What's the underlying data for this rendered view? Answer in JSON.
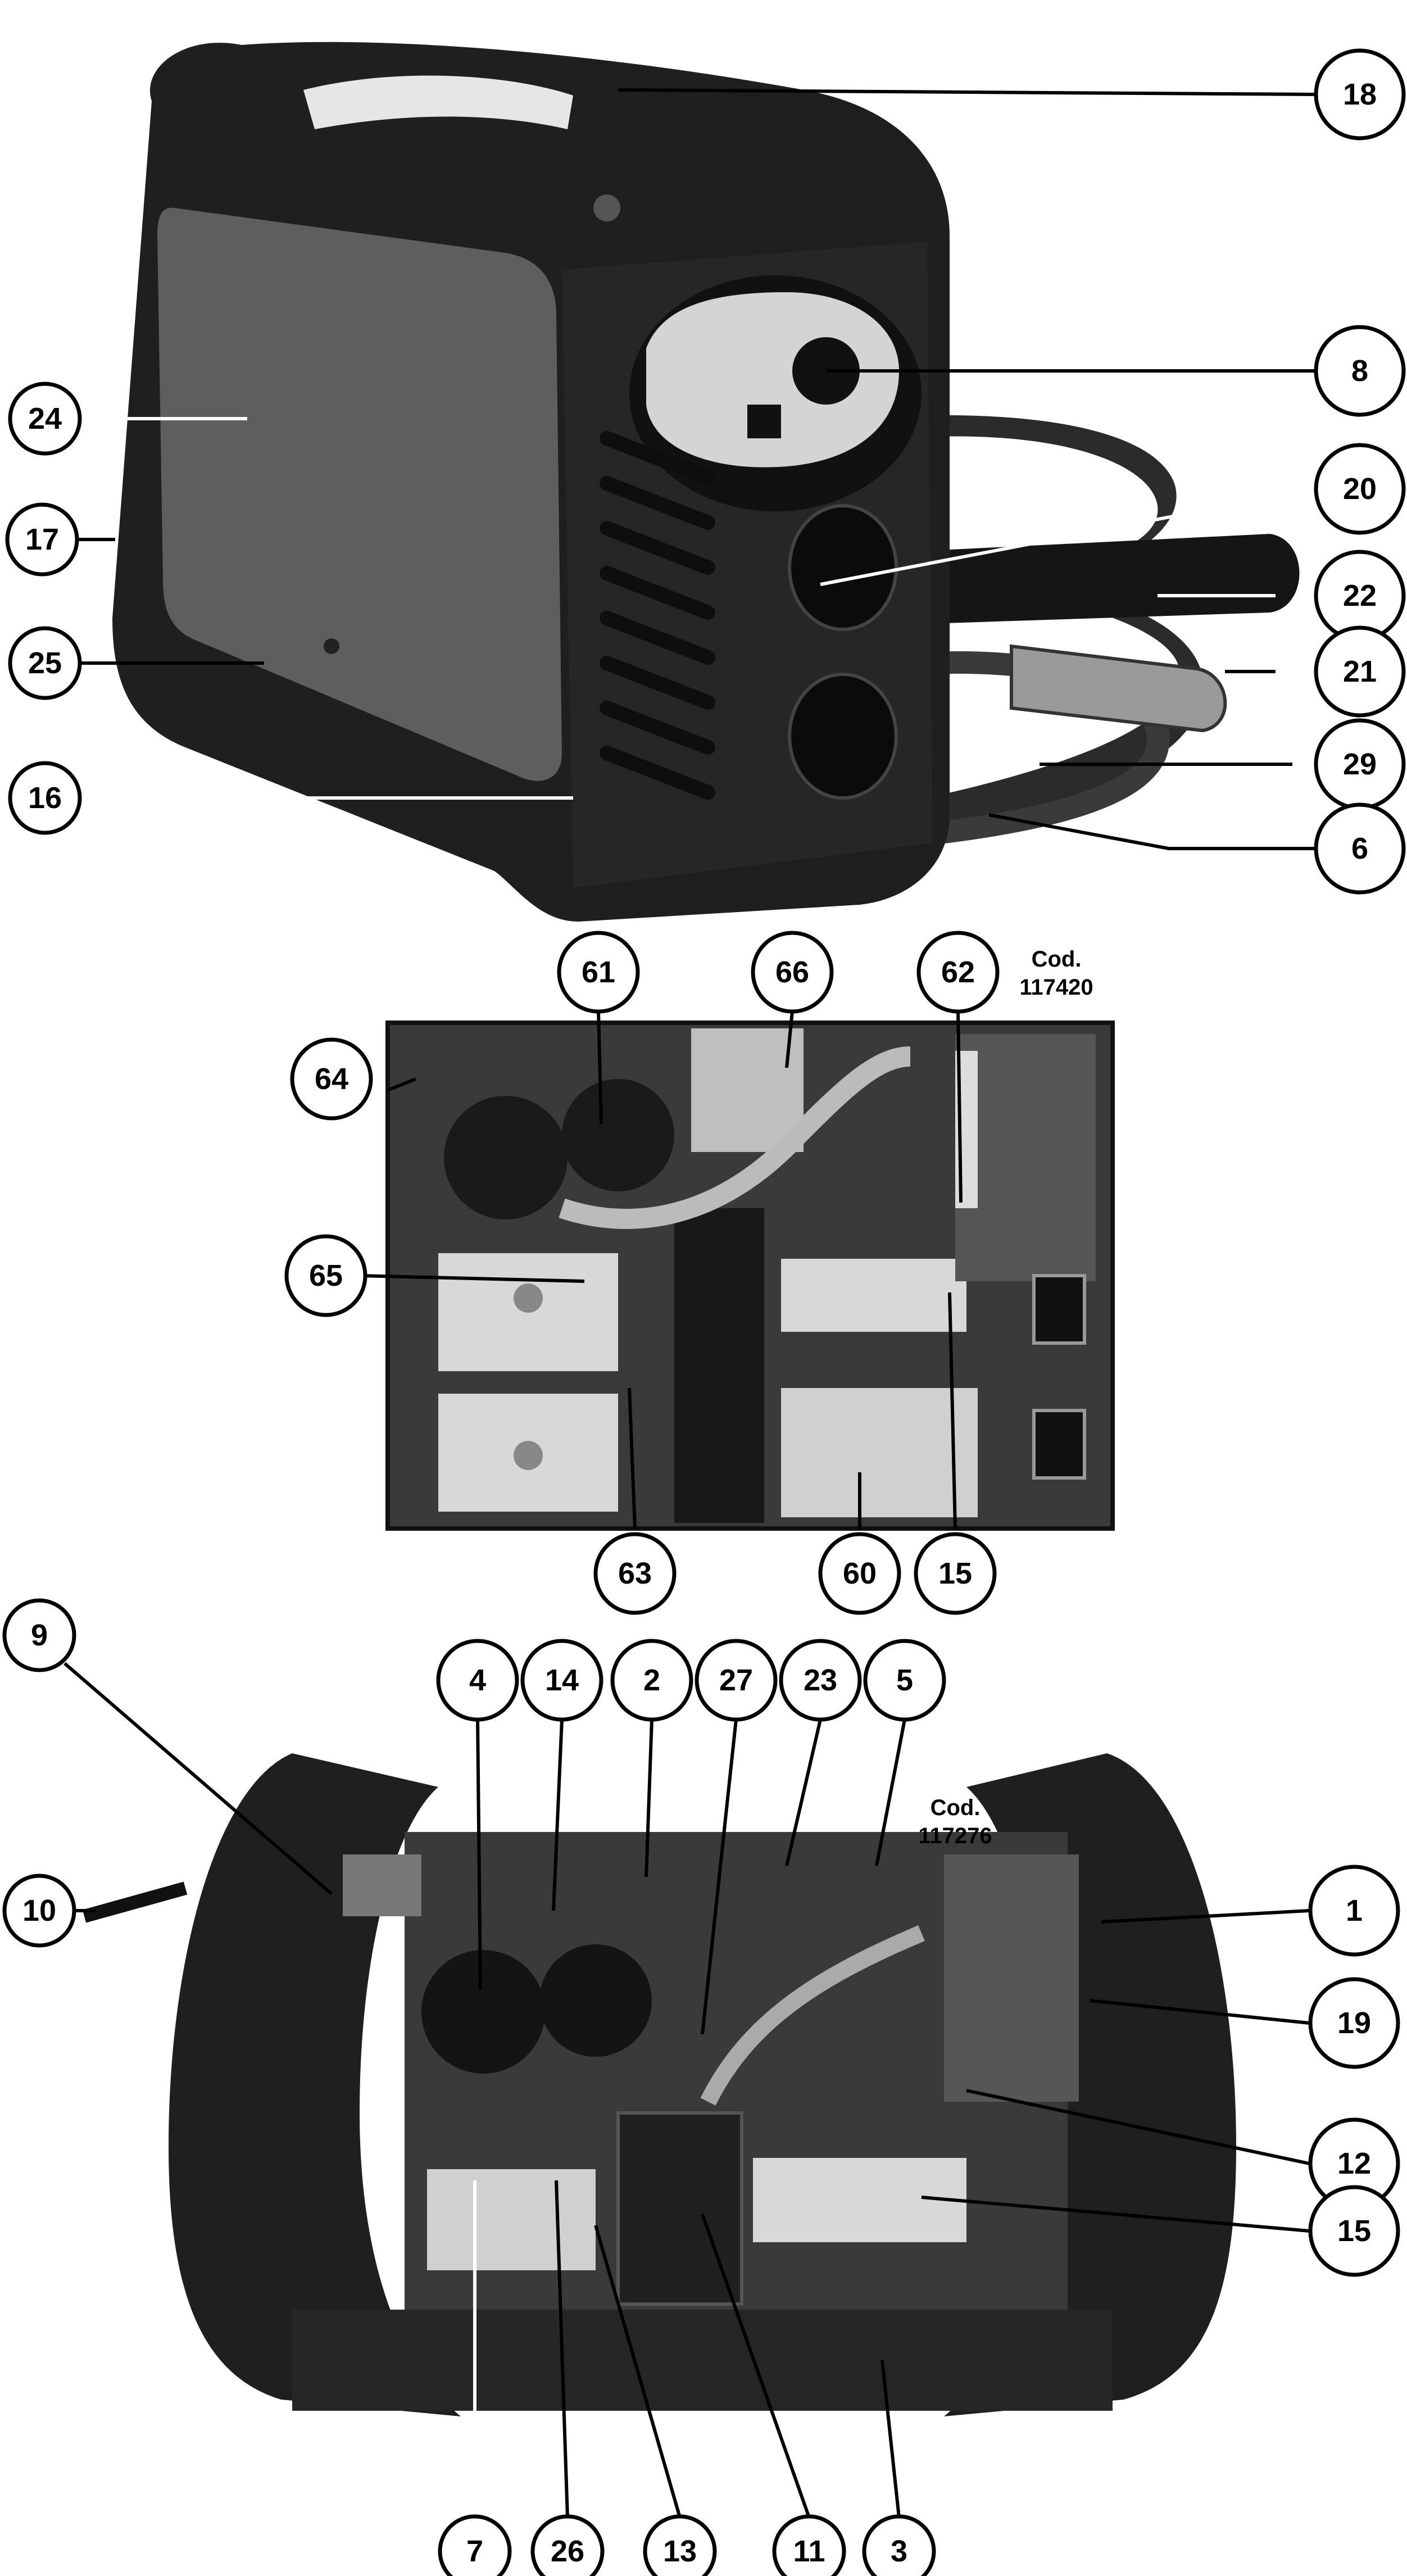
{
  "colors": {
    "body_dark": "#1f1f1f",
    "panel_grey": "#5e5e5e",
    "board_dark": "#3a3a3a",
    "heatsink_light": "#d8d8d8",
    "callout_stroke": "#000000",
    "callout_fill": "#ffffff"
  },
  "views": {
    "machine": {
      "callouts": [
        {
          "id": "c18",
          "label": "18"
        },
        {
          "id": "c8",
          "label": "8"
        },
        {
          "id": "c24",
          "label": "24"
        },
        {
          "id": "c20",
          "label": "20"
        },
        {
          "id": "c17",
          "label": "17"
        },
        {
          "id": "c22",
          "label": "22"
        },
        {
          "id": "c25",
          "label": "25"
        },
        {
          "id": "c21",
          "label": "21"
        },
        {
          "id": "c29",
          "label": "29"
        },
        {
          "id": "c16",
          "label": "16"
        },
        {
          "id": "c6",
          "label": "6"
        }
      ]
    },
    "board": {
      "code_label": {
        "line1": "Cod.",
        "line2": "117420"
      },
      "callouts": [
        {
          "id": "c61",
          "label": "61"
        },
        {
          "id": "c66",
          "label": "66"
        },
        {
          "id": "c62",
          "label": "62"
        },
        {
          "id": "c64",
          "label": "64"
        },
        {
          "id": "c65",
          "label": "65"
        },
        {
          "id": "c63",
          "label": "63"
        },
        {
          "id": "c60",
          "label": "60"
        },
        {
          "id": "c15a",
          "label": "15"
        }
      ]
    },
    "interior": {
      "code_label": {
        "line1": "Cod.",
        "line2": "117276"
      },
      "callouts": [
        {
          "id": "c4",
          "label": "4"
        },
        {
          "id": "c14",
          "label": "14"
        },
        {
          "id": "c2",
          "label": "2"
        },
        {
          "id": "c27",
          "label": "27"
        },
        {
          "id": "c23",
          "label": "23"
        },
        {
          "id": "c5",
          "label": "5"
        },
        {
          "id": "c9",
          "label": "9"
        },
        {
          "id": "c10",
          "label": "10"
        },
        {
          "id": "c1",
          "label": "1"
        },
        {
          "id": "c19",
          "label": "19"
        },
        {
          "id": "c12",
          "label": "12"
        },
        {
          "id": "c15b",
          "label": "15"
        },
        {
          "id": "c7",
          "label": "7"
        },
        {
          "id": "c26",
          "label": "26"
        },
        {
          "id": "c13",
          "label": "13"
        },
        {
          "id": "c11",
          "label": "11"
        },
        {
          "id": "c3",
          "label": "3"
        }
      ]
    }
  }
}
